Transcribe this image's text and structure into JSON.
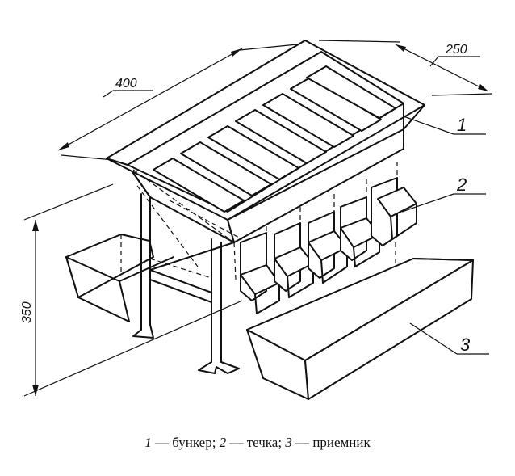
{
  "dimensions": {
    "length": "400",
    "width": "250",
    "height": "350"
  },
  "callouts": {
    "c1": "1",
    "c2": "2",
    "c3": "3"
  },
  "caption": {
    "n1": "1",
    "t1": " — бункер; ",
    "n2": "2",
    "t2": " — течка; ",
    "n3": "3",
    "t3": " — приемник"
  }
}
